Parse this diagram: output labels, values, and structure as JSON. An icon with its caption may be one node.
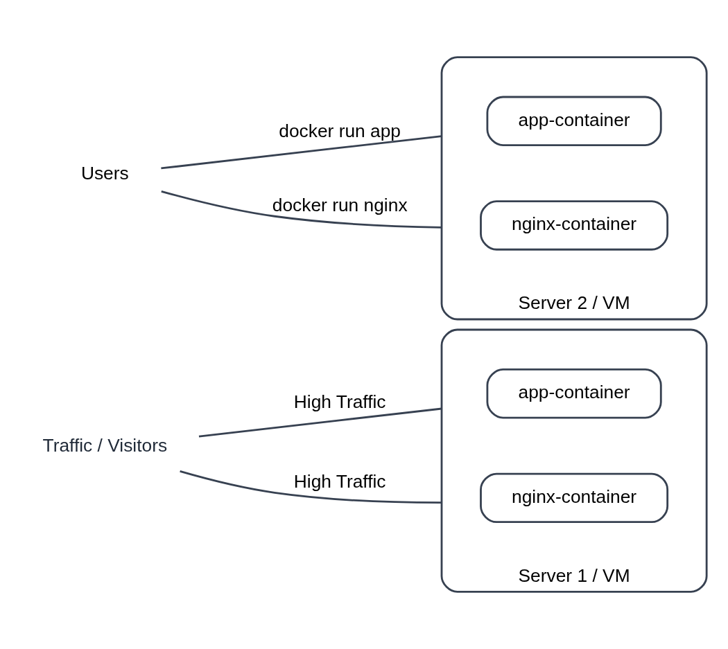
{
  "diagram": {
    "nodes": [
      {
        "text": [
          "Traffic / Visitors"
        ]
      },
      {
        "text": [
          "Server 1 / VM"
        ]
      },
      {
        "text": [
          "app-container"
        ],
        "in": 1
      },
      {
        "text": [
          "nginx-container"
        ],
        "in": 1
      },
      {
        "text": [
          "Users"
        ]
      },
      {
        "text": [
          "Server 2 / VM"
        ]
      },
      {
        "text": [
          "app-container"
        ],
        "in": 5
      },
      {
        "text": [
          "nginx-container"
        ],
        "in": 5
      }
    ],
    "edges": [
      {
        "from": 0,
        "to": 1,
        "arrow": "none",
        "label": "High Traffic"
      },
      {
        "from": 0,
        "to": 1,
        "arrow": "none",
        "label": "High Traffic"
      },
      {
        "from": 4,
        "to": 5,
        "arrow": "none",
        "label": "docker run app"
      },
      {
        "from": 4,
        "to": 5,
        "arrow": "none",
        "label": "docker run nginx"
      }
    ]
  }
}
